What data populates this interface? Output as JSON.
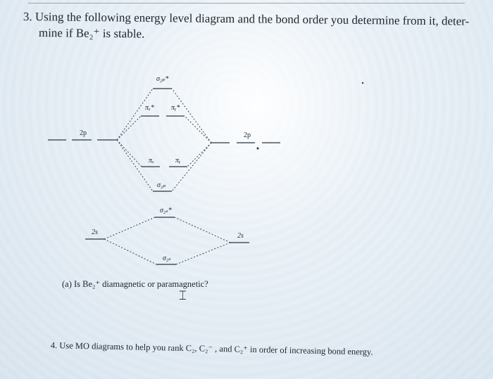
{
  "question3": {
    "number": "3.",
    "line1": "Using the following energy level diagram and the bond order you determine from it, deter-",
    "line2": "mine if Be₂⁺ is stable."
  },
  "diagram": {
    "left_2p": "2p",
    "right_2p": "2p",
    "left_2s": "2s",
    "right_2s": "2s",
    "sigma_2p_star": "σ₂ₚ*",
    "pi_x_star": "πₓ*",
    "pi_y_star": "πᵧ*",
    "pi_x": "πₓ",
    "pi_y": "πᵧ",
    "sigma_2p": "σ₂ₚ",
    "sigma_2s_star": "σ₂ₛ*",
    "sigma_2s": "σ₂ₛ"
  },
  "part_a": {
    "text": "(a)  Is Be₂⁺ diamagnetic or paramagnetic?"
  },
  "question4": {
    "text": "4.  Use MO diagrams to help you rank C₂, C₂⁻ , and C₂⁺ in order of increasing bond energy."
  }
}
